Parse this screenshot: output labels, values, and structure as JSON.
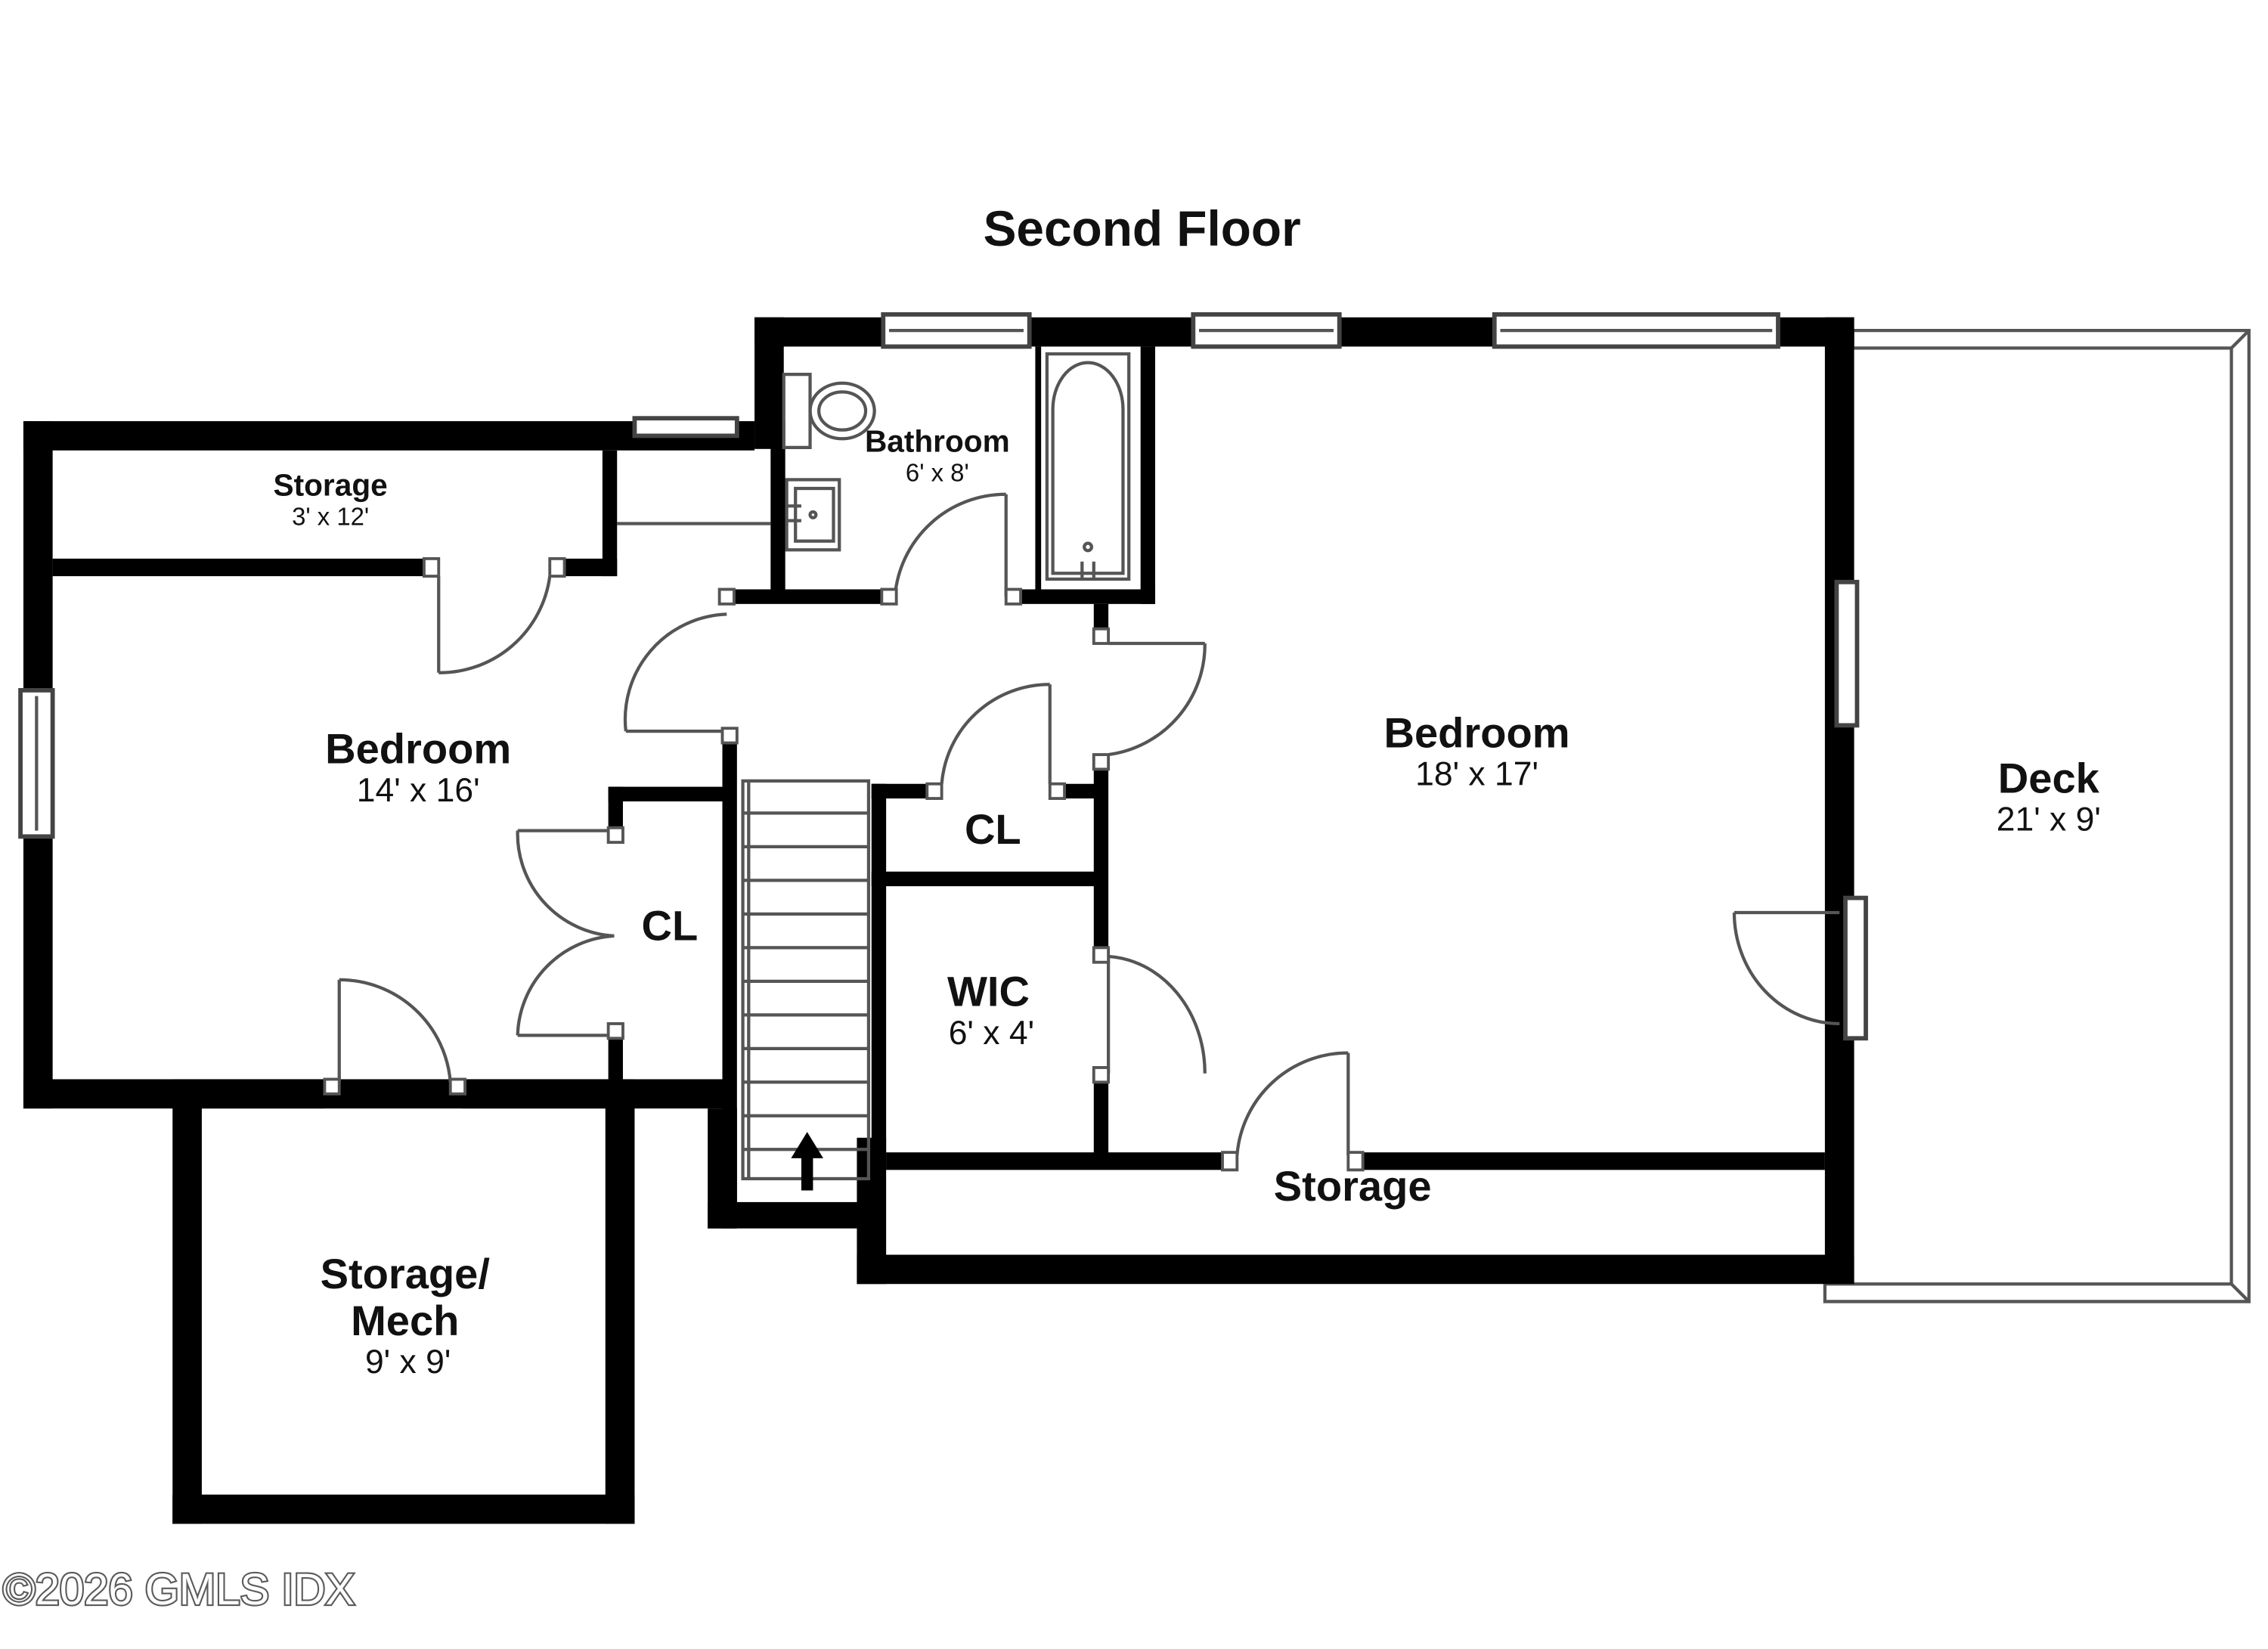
{
  "title": "Second Floor",
  "rooms": {
    "storage_top": {
      "name": "Storage",
      "dims": "3' x 12'"
    },
    "bathroom": {
      "name": "Bathroom",
      "dims": "6' x 8'"
    },
    "bedroom_left": {
      "name": "Bedroom",
      "dims": "14' x 16'"
    },
    "bedroom_right": {
      "name": "Bedroom",
      "dims": "18' x 17'"
    },
    "closet_left": {
      "name": "CL"
    },
    "closet_center": {
      "name": "CL"
    },
    "wic": {
      "name": "WIC",
      "dims": "6' x 4'"
    },
    "deck": {
      "name": "Deck",
      "dims": "21' x 9'"
    },
    "storage_bottom": {
      "name": "Storage"
    },
    "storage_mech": {
      "name_line1": "Storage/",
      "name_line2": "Mech",
      "dims": "9' x 9'"
    }
  },
  "watermark": "©2026 GMLS IDX",
  "colors": {
    "wall": "#000000",
    "background": "#ffffff",
    "line": "#555555"
  }
}
